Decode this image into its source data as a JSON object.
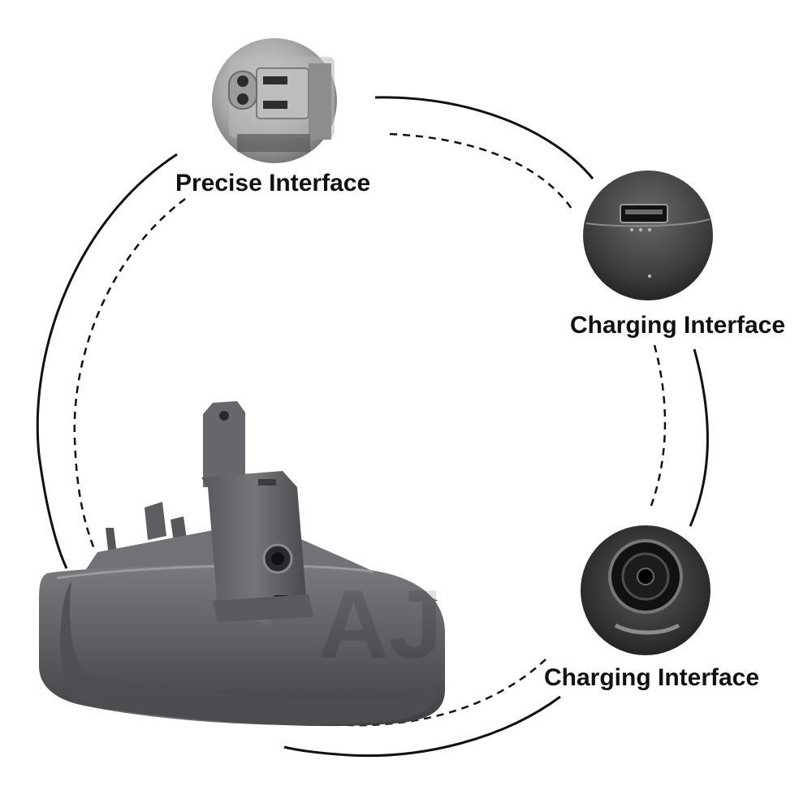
{
  "features": {
    "precise": {
      "label": "Precise Interface",
      "icon": "two-pin-connector-closeup"
    },
    "charging_top": {
      "label": "Charging Interface",
      "icon": "usb-port-closeup"
    },
    "charging_bottom": {
      "label": "Charging Interface",
      "icon": "round-dc-jack-closeup"
    }
  },
  "colors": {
    "ring": "#111111",
    "battery_body": "#5f5f63",
    "battery_shadow": "#3e3e42",
    "battery_highlight": "#8a8a8e",
    "label_text": "#111111"
  }
}
